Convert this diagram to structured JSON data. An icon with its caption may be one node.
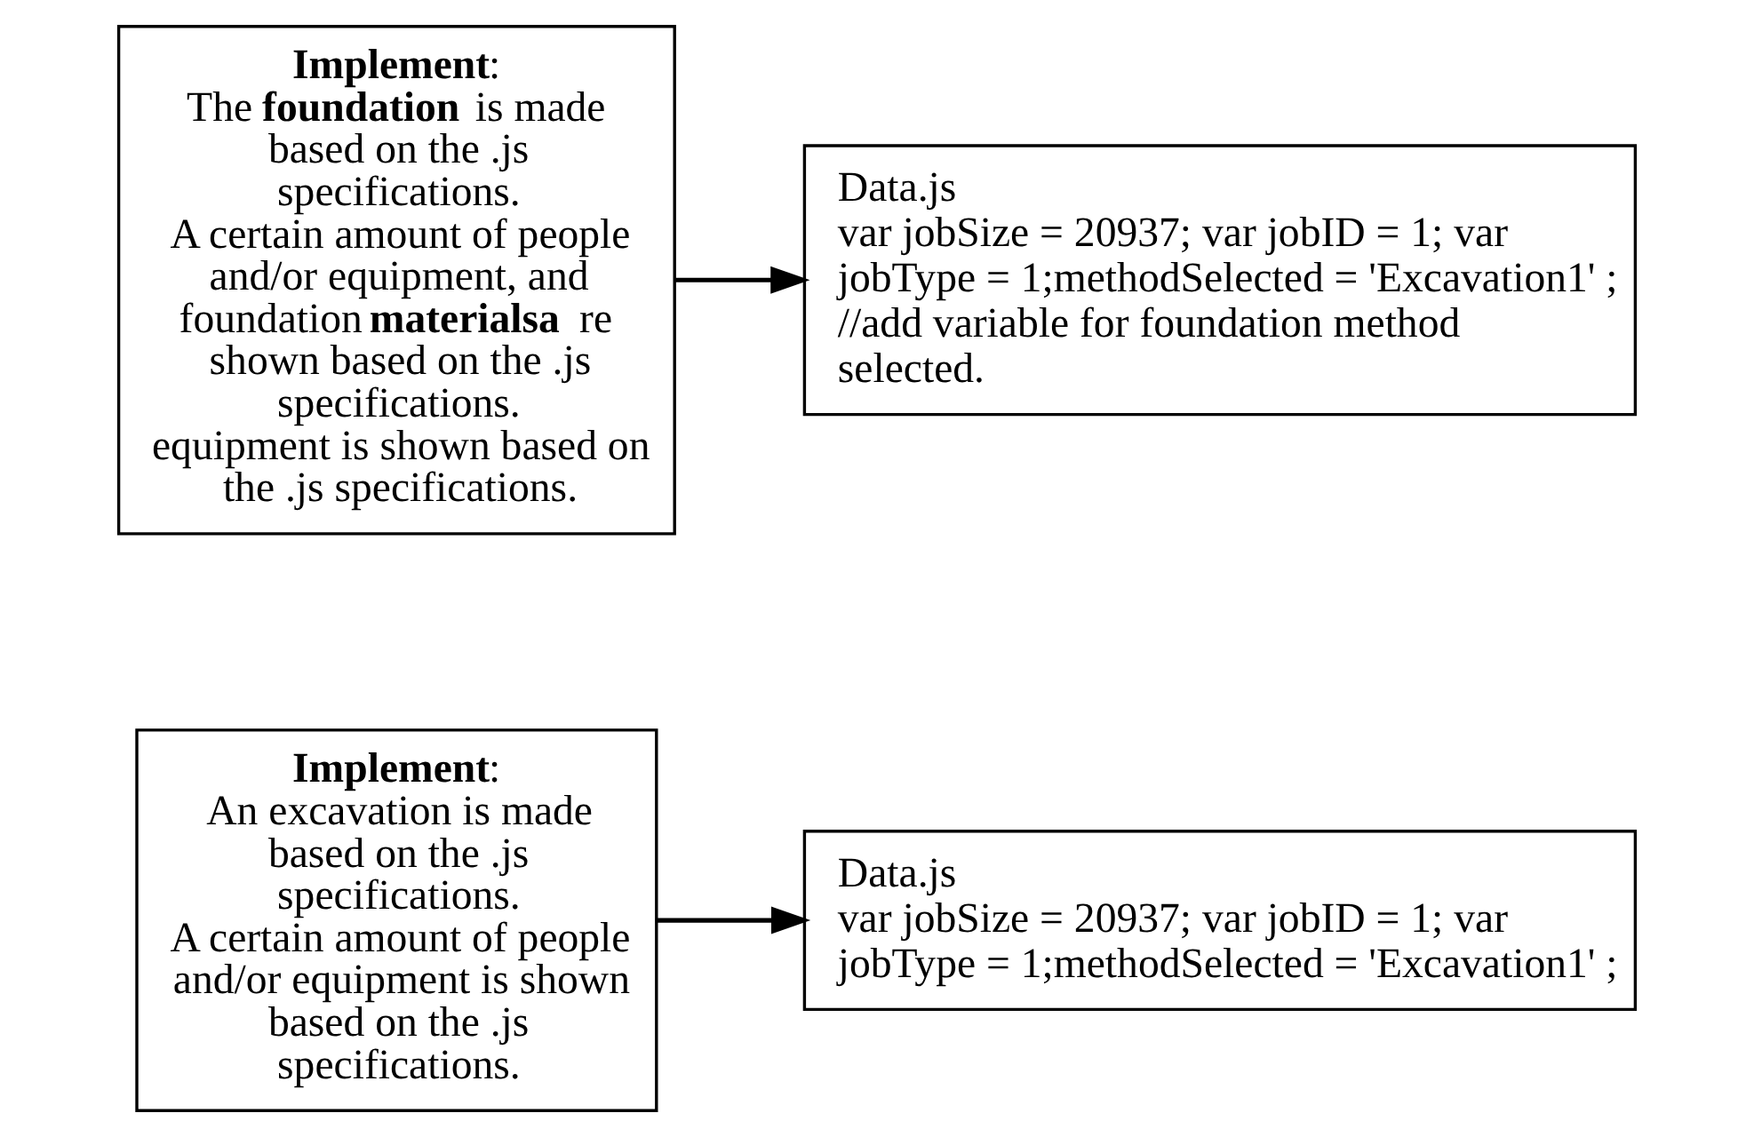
{
  "diagram": {
    "nodes": [
      {
        "text": [
          "**Implement**:",
          "An excavation is made based on the .js specifications.",
          "A certain amount of people and/or equipment is shown based on the .js specifications."
        ]
      },
      {
        "text": [
          "Data.js",
          "var jobSize = 20937; var jobID = 1; var jobType = 1;methodSelected = 'Excavation1' ;"
        ]
      },
      {
        "text": [
          "**Implement**:",
          "The **foundation** is made based on the .js specifications.",
          "A certain amount of people and/or equipment, and foundation **materialsa** re shown based on the .js specifications.",
          "equipment is shown based on the .js specifications."
        ]
      },
      {
        "text": [
          "Data.js",
          "var jobSize = 20937; var jobID = 1; var jobType = 1;methodSelected = 'Excavation1' ;",
          "//add variable for foundation method selected."
        ]
      }
    ],
    "edges": [
      {
        "from": 0,
        "to": 1,
        "arrow": "to"
      },
      {
        "from": 2,
        "to": 3,
        "arrow": "to"
      }
    ]
  }
}
